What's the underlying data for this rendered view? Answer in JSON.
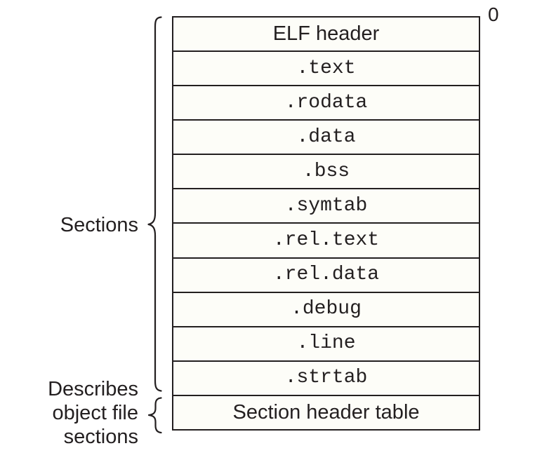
{
  "offset_label": "0",
  "rows": [
    "ELF header",
    ".text",
    ".rodata",
    ".data",
    ".bss",
    ".symtab",
    ".rel.text",
    ".rel.data",
    ".debug",
    ".line",
    ".strtab",
    "Section header table"
  ],
  "labels": {
    "sections": "Sections",
    "describes_lines": [
      "Describes",
      "object file",
      "sections"
    ]
  },
  "icons": {
    "sections_brace": "left-curly-brace",
    "describes_brace": "left-curly-brace"
  },
  "colors": {
    "ink": "#231f20",
    "cell_fill": "#fdfdf8",
    "background": "#ffffff"
  }
}
